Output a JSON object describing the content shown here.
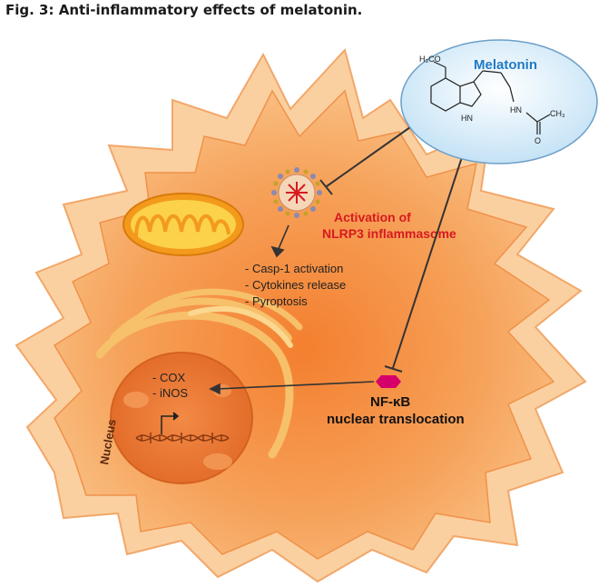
{
  "figure": {
    "title": "Fig. 3: Anti-inflammatory effects of melatonin."
  },
  "melatonin": {
    "name": "Melatonin",
    "h3co": "H₃CO",
    "o_label": "O",
    "hn": "HN",
    "nh": "HN",
    "ch3": "CH₃",
    "o2": "O"
  },
  "inflammasome": {
    "line1": "Activation of",
    "line2": "NLRP3 inflammasome"
  },
  "effects": [
    "- Casp-1 activation",
    "- Cytokines release",
    "- Pyroptosis"
  ],
  "nucleus": {
    "label": "Nucleus",
    "genes": [
      "- COX",
      "- iNOS"
    ]
  },
  "nfkb": {
    "line1": "NF-κB",
    "line2": "nuclear translocation"
  },
  "colors": {
    "cell_outer": "#f9b36b",
    "cell_inner": "#f59a4d",
    "nucleus": "#ef7d3a",
    "mito": "#f7c21e",
    "red_text": "#d71920",
    "blue_text": "#1f7ac4",
    "nfkb": "#d6006a"
  }
}
